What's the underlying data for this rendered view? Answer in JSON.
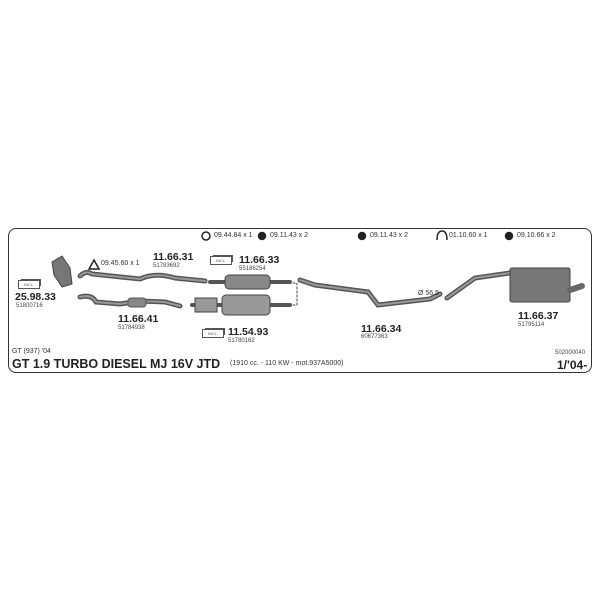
{
  "accessories": [
    {
      "icon": "gasket-icon",
      "label": "09.44.84 x 1"
    },
    {
      "icon": "rubber-mount-icon",
      "label": "09.11.43 x 2"
    },
    {
      "icon": "rubber-mount-icon",
      "label": "09.11.43 x 2"
    },
    {
      "icon": "clamp-icon",
      "label": "01.10.60 x 1"
    },
    {
      "icon": "rubber-mount-icon",
      "label": "09.10.66 x 2"
    }
  ],
  "gasket_front": "09.45.60 x 1",
  "parts": [
    {
      "number": "25.98.33",
      "oe": "51800716",
      "incl": "INCL."
    },
    {
      "number": "11.66.31",
      "oe": "51783692"
    },
    {
      "number": "11.66.33",
      "oe": "55186254",
      "incl": "INCL."
    },
    {
      "number": "11.66.41",
      "oe": "51784938"
    },
    {
      "number": "11.54.93",
      "oe": "51780162",
      "incl": "INCL."
    },
    {
      "number": "11.66.34",
      "oe": "60677363"
    },
    {
      "number": "11.66.37",
      "oe": "51795114"
    }
  ],
  "diameter": "Ø 56,5",
  "footer": {
    "model": "GT (937) '04",
    "title": "GT 1.9 TURBO DIESEL MJ 16V JTD",
    "spec": "(1910 cc. - 110 KW - mot.937A5000)",
    "code": "502000040",
    "date": "1/'04-"
  }
}
